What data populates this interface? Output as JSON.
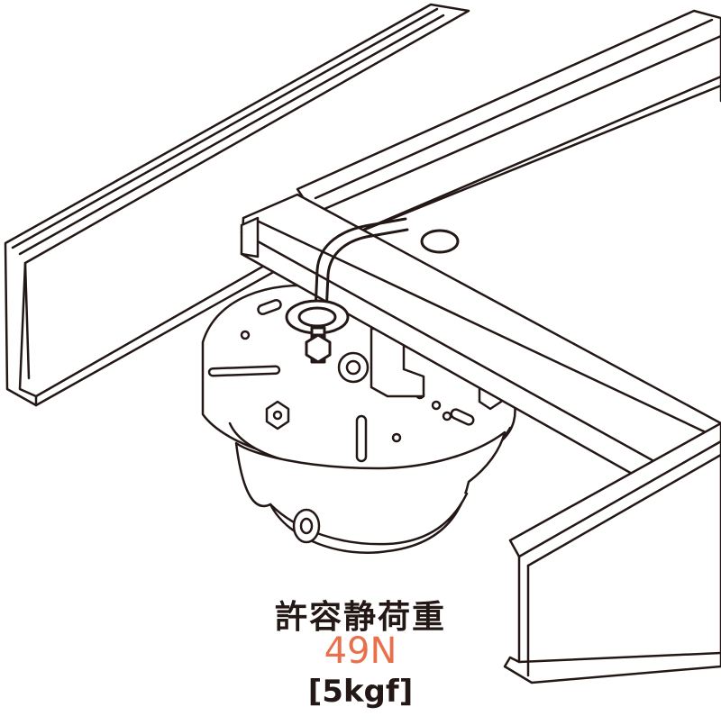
{
  "load_spec": {
    "title": "許容静荷重",
    "value": "49N",
    "alt_value": "[5kgf]",
    "value_color": "#e8704a",
    "text_color": "#231815"
  },
  "illustration": {
    "subject": "dome-camera",
    "parts": [
      "channel-rail",
      "crossbar",
      "u-bolt",
      "mounting-plate",
      "dome-camera",
      "camera-lens"
    ],
    "line_color": "#231815"
  }
}
